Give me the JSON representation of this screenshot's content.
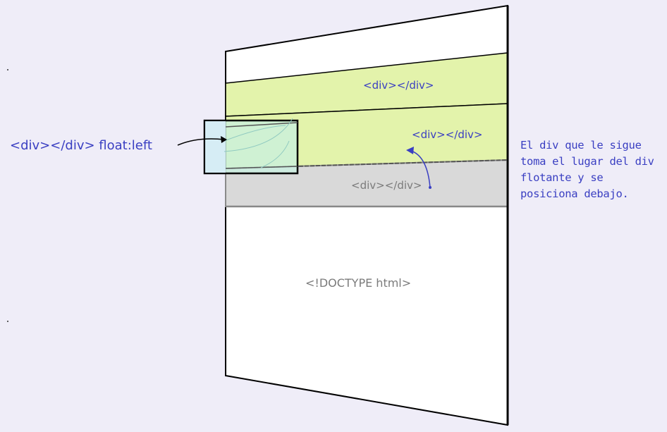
{
  "labels": {
    "float_div": "<div></div> float:left",
    "top_div": "<div></div>",
    "second_div": "<div></div>",
    "third_div": "<div></div>",
    "document": "<!DOCTYPE html>",
    "note": "El div que le sigue toma el lugar del div flotante y se posiciona debajo."
  },
  "colors": {
    "background": "#efedf8",
    "page": "#ffffff",
    "div_green": "#e3f3ab",
    "div_grey": "#d9d9d9",
    "float_box": "#c8f0e0",
    "label_blue": "#3a3fc2",
    "label_grey": "#7b7b7b"
  }
}
